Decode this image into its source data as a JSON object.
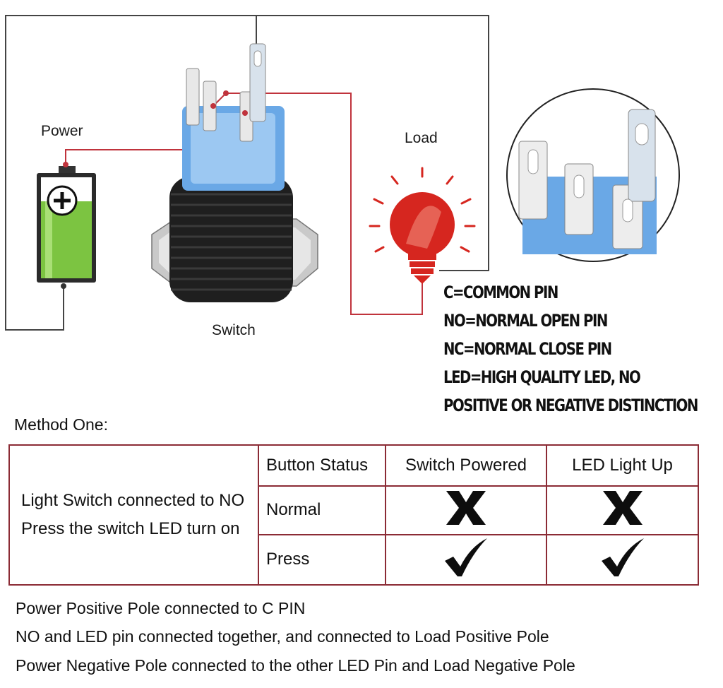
{
  "diagram": {
    "labels": {
      "power": "Power",
      "load": "Load",
      "switch": "Switch"
    },
    "legend": [
      "C=COMMON PIN",
      "NO=NORMAL OPEN PIN",
      "NC=NORMAL CLOSE PIN",
      "LED=HIGH QUALITY LED, NO",
      "POSITIVE OR NEGATIVE DISTINCTION"
    ],
    "colors": {
      "wire_black": "#444444",
      "wire_red": "#c0333c",
      "battery_green": "#7cc441",
      "switch_blue": "#6aa8e6",
      "bulb_red": "#d6261f"
    }
  },
  "method": {
    "title": "Method One:",
    "description": [
      "Light Switch connected to NO",
      "Press the switch LED turn on"
    ],
    "table": {
      "headers": [
        "Button Status",
        "Switch Powered",
        "LED Light Up"
      ],
      "rows": [
        {
          "status": "Normal",
          "switch_powered": "cross-icon",
          "led_light_up": "cross-icon"
        },
        {
          "status": "Press",
          "switch_powered": "check-icon",
          "led_light_up": "check-icon"
        }
      ]
    }
  },
  "notes": [
    "Power Positive Pole connected to C PIN",
    "NO and LED pin connected together, and connected to Load Positive Pole",
    "Power Negative Pole connected to the other LED Pin and Load Negative Pole"
  ]
}
